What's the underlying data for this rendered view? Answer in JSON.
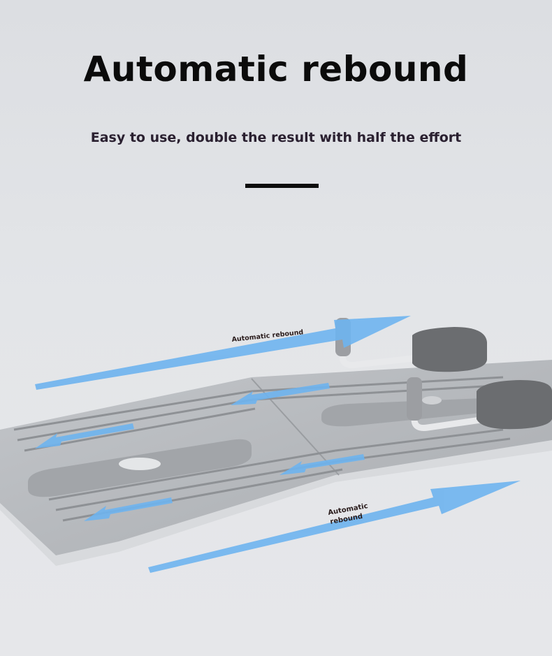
{
  "header": {
    "title": "Automatic rebound",
    "subtitle": "Easy to use, double the result with half the effort"
  },
  "illustration": {
    "label_top": "Automatic rebound",
    "label_bottom_line1": "Automatic",
    "label_bottom_line2": "rebound",
    "arrow_color": "#6eb4ef",
    "board_color": "#b3b6ba",
    "pad_color": "#6b6d70"
  }
}
